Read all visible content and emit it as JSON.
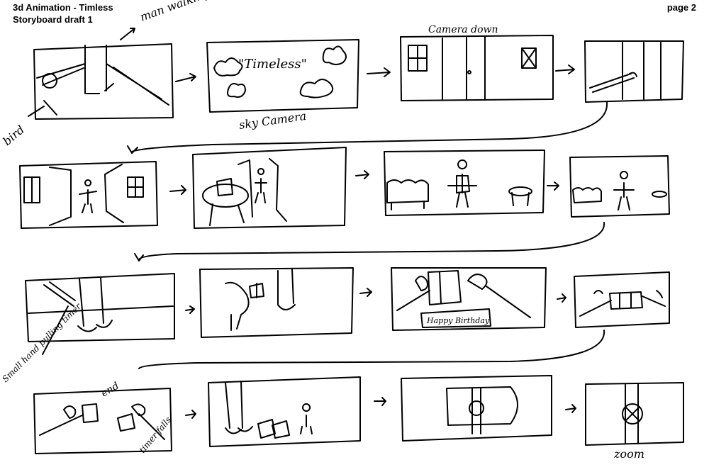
{
  "header": {
    "title_line1": "3d Animation - Timless",
    "title_line2": "Storyboard draft 1",
    "page_label": "page 2"
  },
  "notes": {
    "man_walking_away": "man walking away",
    "bird": "bird",
    "sky_camera": "sky Camera",
    "camera_down": "Camera down",
    "timeless_title": "\"Timeless\"",
    "happy_birthday": "Happy Birthday",
    "hand_pulling_timer": "Small hand pulling timer",
    "end": "end",
    "timer_falls": "timer falls",
    "zoom": "zoom"
  },
  "storyboard": {
    "rows": 4,
    "frames_per_row": 4,
    "stroke_color": "#000000"
  }
}
